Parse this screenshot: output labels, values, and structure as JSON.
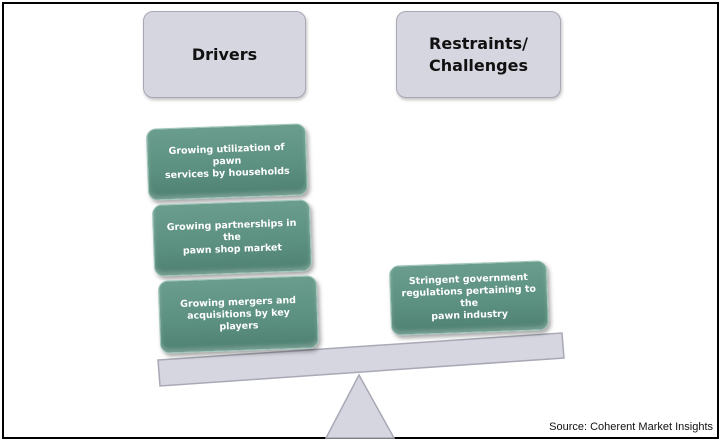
{
  "headers": {
    "drivers": "Drivers",
    "restraints_line1": "Restraints/",
    "restraints_line2": "Challenges"
  },
  "drivers": [
    {
      "line1": "Growing utilization of pawn",
      "line2": "services by households"
    },
    {
      "line1": "Growing partnerships in the",
      "line2": "pawn shop market"
    },
    {
      "line1": "Growing mergers and",
      "line2": "acquisitions by key players"
    }
  ],
  "restraints": [
    {
      "line1": "Stringent government",
      "line2": "regulations pertaining to the",
      "line3": "pawn industry"
    }
  ],
  "source": "Source: Coherent Market Insights",
  "colors": {
    "header_fill": "#d6d6e0",
    "card_fill": "#5b8f7f",
    "beam_fill": "#d6d6e0"
  }
}
